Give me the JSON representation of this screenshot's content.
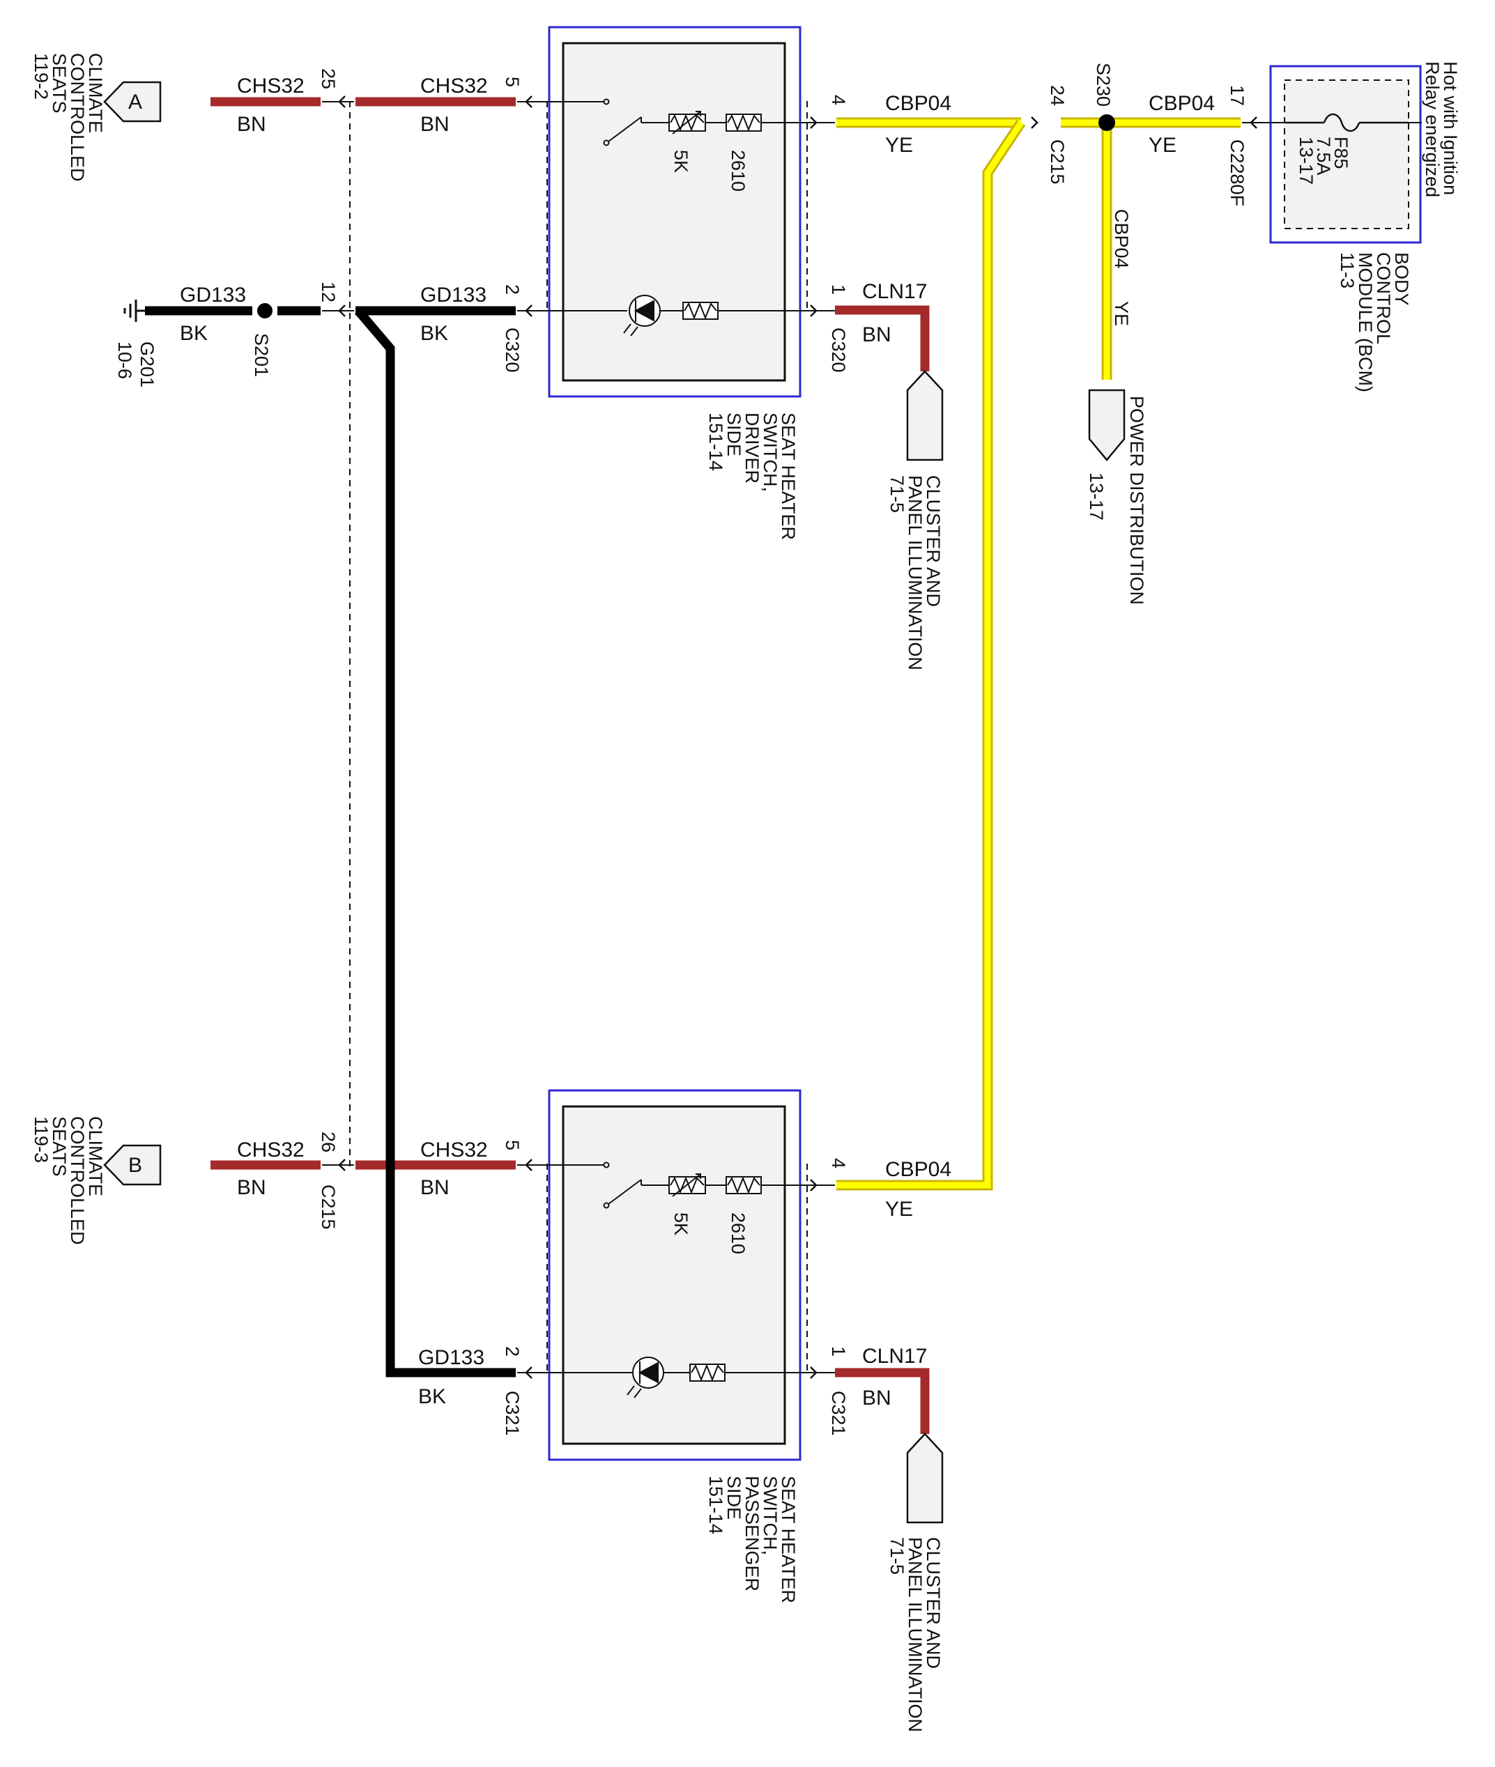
{
  "colors": {
    "yellow_wire": "#ffff00",
    "yellow_outline": "#c9b400",
    "brown_wire": "#a52a2a",
    "black_wire": "#000000",
    "module_border": "#2a2ad0",
    "component_fill": "#f2f2f2"
  },
  "icons": [
    "ground-icon",
    "splice-dot-icon",
    "fuse-icon",
    "switch-icon",
    "resistor-icon",
    "led-icon",
    "arrow-connector-icon",
    "diamond-connector-icon"
  ],
  "ccs_top": {
    "connector_letter": "A",
    "title": [
      "CLIMATE",
      "CONTROLLED",
      "SEATS"
    ],
    "ref": "119-2",
    "wire_left_circuit": "CHS32",
    "wire_left_color": "BN",
    "pin_left": "25",
    "wire_right_circuit": "CHS32",
    "wire_right_color": "BN",
    "pin_right": "5"
  },
  "gnd_row": {
    "ground_name": "G201",
    "ground_ref": "10-6",
    "splice": "S201",
    "wire_left_circuit": "GD133",
    "wire_left_color": "BK",
    "pin_left": "12",
    "wire_right_circuit": "GD133",
    "wire_right_color": "BK",
    "pin_right": "2",
    "connector": "C320"
  },
  "switch_driver": {
    "title": [
      "SEAT HEATER",
      "SWITCH,",
      "DRIVER",
      "SIDE"
    ],
    "ref": "151-14",
    "r1_value": "5K",
    "r2_value": "2610",
    "out_pin": "4",
    "out_circuit": "CBP04",
    "out_color": "YE",
    "illum_pin": "1",
    "illum_circuit": "CLN17",
    "illum_color": "BN",
    "illum_connector": "C320"
  },
  "cluster_top": {
    "title": [
      "CLUSTER AND",
      "PANEL ILLUMINATION"
    ],
    "ref": "71-5"
  },
  "splice_s230": {
    "name": "S230",
    "pin_left": "24",
    "connector_left": "C215",
    "pin_right": "17",
    "connector_right": "C2280F",
    "wire_right_circuit": "CBP04",
    "wire_right_color": "YE",
    "wire_down_circuit": "CBP04",
    "wire_down_color": "YE"
  },
  "power_distribution": {
    "title": "POWER DISTRIBUTION",
    "ref": "13-17"
  },
  "bcm": {
    "fuse_name": "F85",
    "fuse_rating": "7.5A",
    "fuse_ref": "13-17",
    "hot_note": [
      "Hot with Ignition",
      "Relay energized"
    ],
    "title": [
      "BODY",
      "CONTROL",
      "MODULE (BCM)"
    ],
    "ref": "11-3"
  },
  "ccs_bottom": {
    "connector_letter": "B",
    "title": [
      "CLIMATE",
      "CONTROLLED",
      "SEATS"
    ],
    "ref": "119-3",
    "wire_left_circuit": "CHS32",
    "wire_left_color": "BN",
    "pin_left": "26",
    "connector_left": "C215",
    "wire_right_circuit": "CHS32",
    "wire_right_color": "BN",
    "pin_right": "5"
  },
  "switch_passenger": {
    "title": [
      "SEAT HEATER",
      "SWITCH,",
      "PASSENGER",
      "SIDE"
    ],
    "ref": "151-14",
    "r1_value": "5K",
    "r2_value": "2610",
    "out_pin": "4",
    "out_circuit": "CBP04",
    "out_color": "YE",
    "gnd_pin": "2",
    "gnd_circuit": "GD133",
    "gnd_color": "BK",
    "gnd_connector": "C321",
    "illum_pin": "1",
    "illum_circuit": "CLN17",
    "illum_color": "BN",
    "illum_connector": "C321"
  },
  "cluster_bottom": {
    "title": [
      "CLUSTER AND",
      "PANEL ILLUMINATION"
    ],
    "ref": "71-5"
  }
}
